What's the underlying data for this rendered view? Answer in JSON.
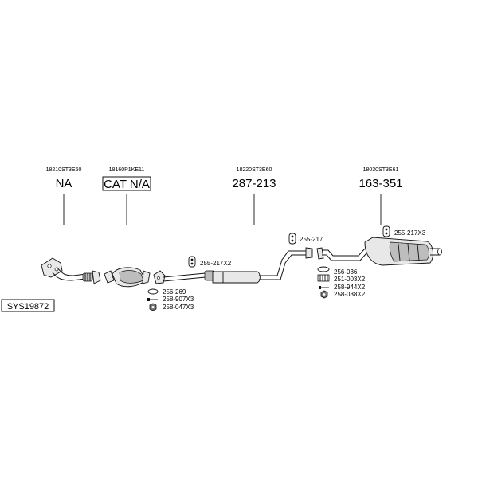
{
  "diagram": {
    "system_id": "SYS19872",
    "sections": [
      {
        "oem": "18210ST3E60",
        "part": "NA"
      },
      {
        "oem": "18160P1KE11",
        "part": "CAT N/A"
      },
      {
        "oem": "18220ST3E60",
        "part": "287-213"
      },
      {
        "oem": "18030ST3E61",
        "part": "163-351"
      }
    ],
    "hardware": [
      {
        "ref": "255-217X2"
      },
      {
        "ref": "256-269"
      },
      {
        "ref": "258-907X3"
      },
      {
        "ref": "258-047X3"
      },
      {
        "ref": "255-217"
      },
      {
        "ref": "256-036"
      },
      {
        "ref": "251-003X2"
      },
      {
        "ref": "258-944X2"
      },
      {
        "ref": "258-038X2"
      },
      {
        "ref": "255-217X3"
      }
    ]
  }
}
